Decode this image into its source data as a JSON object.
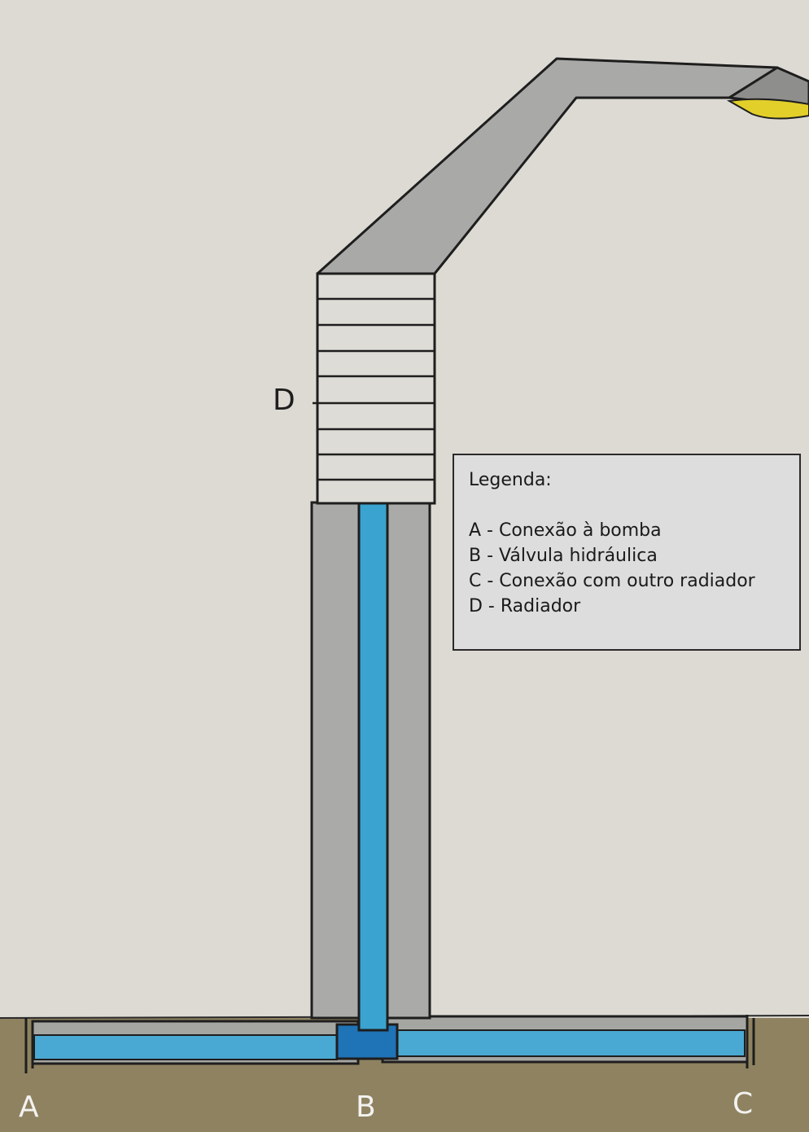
{
  "labels": {
    "a": "A",
    "b": "B",
    "c": "C",
    "d": "D"
  },
  "legend": {
    "title": "Legenda:",
    "items": [
      "A - Conexão à bomba",
      "B - Válvula hidráulica",
      "C - Conexão com outro radiador",
      "D - Radiador"
    ]
  },
  "colors": {
    "paper": "#dcdad3",
    "ground": "#8f8260",
    "metal": "#a9a9a7",
    "water": "#3aa3cf",
    "valve": "#1f73b7",
    "lamp": "#e3cf2a",
    "outline": "#1e1e1e"
  }
}
